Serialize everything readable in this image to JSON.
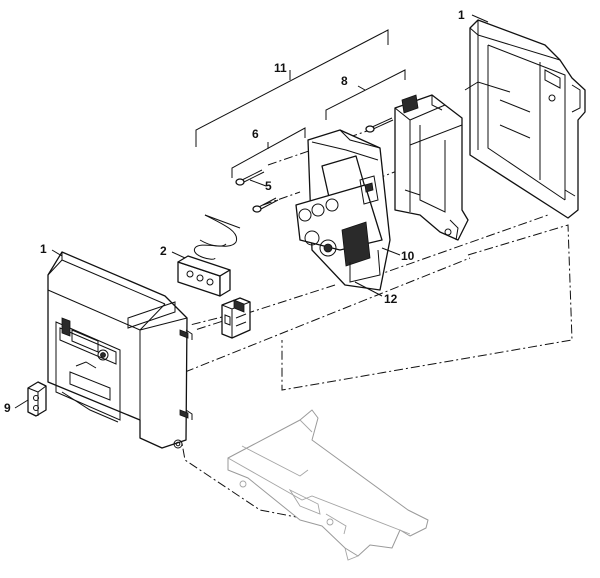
{
  "labels": {
    "p1_right": "1",
    "p1_left": "1",
    "p2": "2",
    "p5": "5",
    "p6": "6",
    "p8": "8",
    "p9": "9",
    "p10": "10",
    "p11": "11",
    "p12": "12"
  }
}
